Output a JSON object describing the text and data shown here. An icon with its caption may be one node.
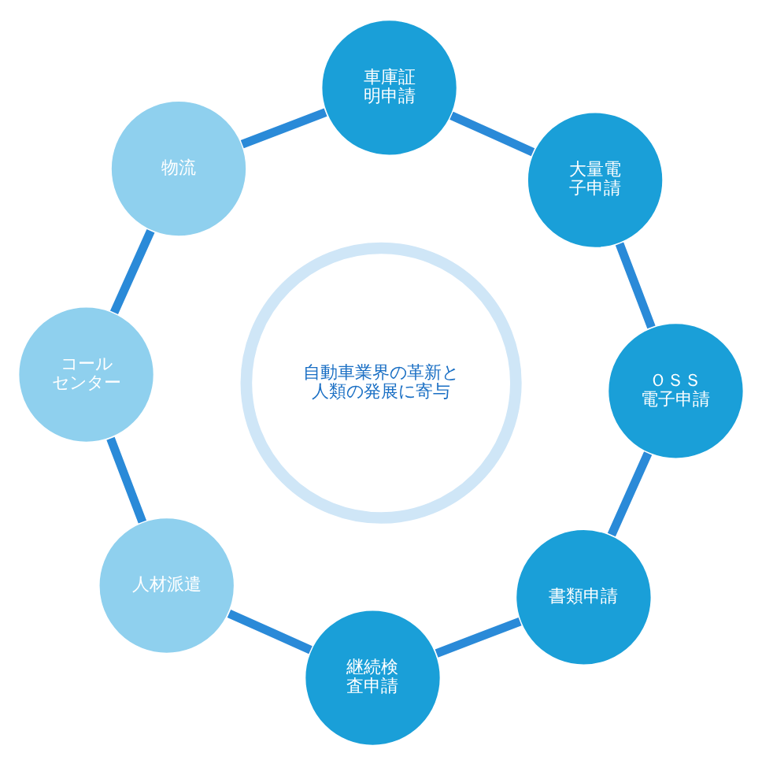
{
  "diagram": {
    "nodes": [
      {
        "text": [
          "自動車業界の革新と人類の発展に寄与"
        ]
      },
      {
        "text": [
          "ＯＳＳ電子申請"
        ]
      },
      {
        "text": [
          "大量電子申請"
        ]
      },
      {
        "text": [
          "車庫証明申請"
        ]
      },
      {
        "text": [
          "物流"
        ]
      },
      {
        "text": [
          "コールセンター"
        ]
      },
      {
        "text": [
          "人材派遣"
        ]
      },
      {
        "text": [
          "継続検査申請"
        ]
      },
      {
        "text": [
          "書類申請"
        ]
      }
    ],
    "edges": [
      {
        "from": 1,
        "to": 2,
        "arrow": "none"
      },
      {
        "from": 2,
        "to": 3,
        "arrow": "none"
      },
      {
        "from": 3,
        "to": 4,
        "arrow": "none"
      },
      {
        "from": 4,
        "to": 5,
        "arrow": "none"
      },
      {
        "from": 5,
        "to": 6,
        "arrow": "none"
      },
      {
        "from": 6,
        "to": 7,
        "arrow": "none"
      },
      {
        "from": 7,
        "to": 8,
        "arrow": "none"
      },
      {
        "from": 8,
        "to": 1,
        "arrow": "none"
      }
    ]
  }
}
